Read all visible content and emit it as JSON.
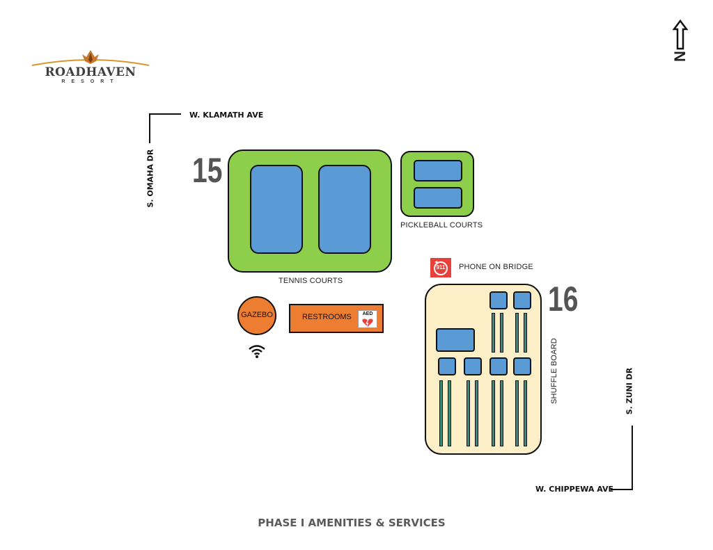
{
  "logo": {
    "name": "ROADHAVEN",
    "sub": "RESORT"
  },
  "compass": {
    "letter": "N"
  },
  "streets": {
    "klamath": "W. KLAMATH AVE",
    "omaha": "S. OMAHA DR",
    "zuni": "S. ZUNI DR",
    "chippewa": "W. CHIPPEWA AVE"
  },
  "areas": {
    "tennis": {
      "number": "15",
      "label": "TENNIS COURTS"
    },
    "pickleball": {
      "label": "PICKLEBALL COURTS"
    },
    "shuffleboard": {
      "number": "16",
      "label": "SHUFFLE BOARD"
    },
    "phone": {
      "badge": "911",
      "label": "PHONE ON BRIDGE"
    },
    "gazebo": {
      "label": "GAZEBO"
    },
    "restrooms": {
      "label": "RESTROOMS",
      "aed": "AED"
    }
  },
  "footer": {
    "title": "PHASE I AMENITIES & SERVICES"
  },
  "colors": {
    "green": "#8dcf4a",
    "blue": "#5a9bd5",
    "orange": "#ed7d31",
    "cream": "#fdf0c8",
    "red": "#e8403a"
  },
  "icons": [
    "wifi-icon",
    "phone-911-icon",
    "aed-heart-icon",
    "north-arrow-icon",
    "phoenix-logo-icon"
  ]
}
